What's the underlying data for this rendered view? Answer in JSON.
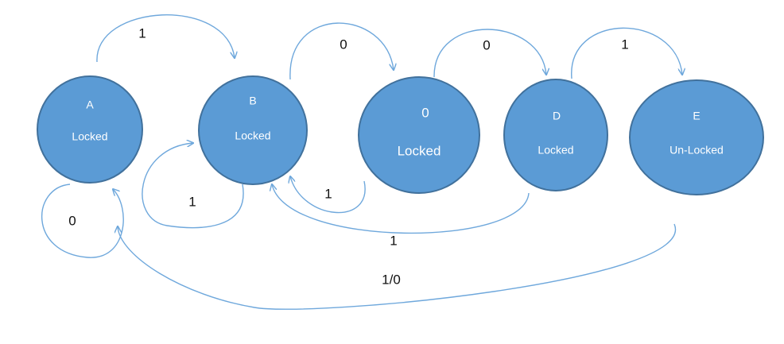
{
  "states": [
    {
      "id": "A",
      "name": "A",
      "status": "Locked"
    },
    {
      "id": "B",
      "name": "B",
      "status": "Locked"
    },
    {
      "id": "C",
      "name": "0",
      "status": "Locked"
    },
    {
      "id": "D",
      "name": "D",
      "status": "Locked"
    },
    {
      "id": "E",
      "name": "E",
      "status": "Un-Locked"
    }
  ],
  "transitions": [
    {
      "from": "A",
      "to": "B",
      "label": "1"
    },
    {
      "from": "A",
      "to": "A",
      "label": "0"
    },
    {
      "from": "B",
      "to": "C",
      "label": "0"
    },
    {
      "from": "B",
      "to": "B",
      "label": "1"
    },
    {
      "from": "C",
      "to": "D",
      "label": "0"
    },
    {
      "from": "C",
      "to": "B",
      "label": "1"
    },
    {
      "from": "D",
      "to": "E",
      "label": "1"
    },
    {
      "from": "D",
      "to": "B",
      "label": "1"
    },
    {
      "from": "E",
      "to": "A",
      "label": "1/0"
    }
  ],
  "colors": {
    "state_fill": "#5b9bd5",
    "state_stroke": "#41719c",
    "edge": "#6fa8dc"
  }
}
